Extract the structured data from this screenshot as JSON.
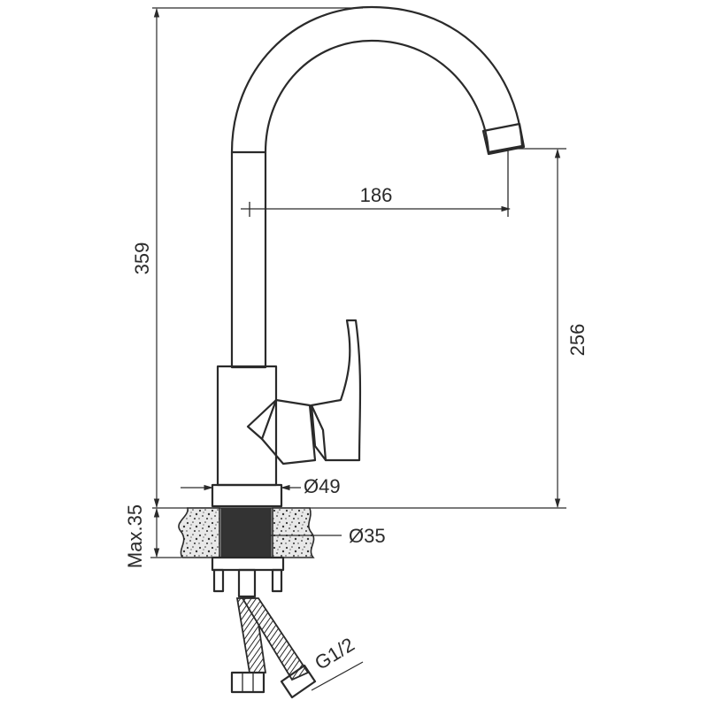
{
  "dimensions": {
    "total_height": "359",
    "spout_reach": "186",
    "spout_height": "256",
    "base_diameter": "Ø49",
    "shank_diameter": "Ø35",
    "max_counter_thickness": "Max.35",
    "hose_thread": "G1/2"
  },
  "colors": {
    "line": "#2a2a2a",
    "fill": "#ffffff",
    "counter": "#e8e8e8",
    "shank": "#333333"
  }
}
